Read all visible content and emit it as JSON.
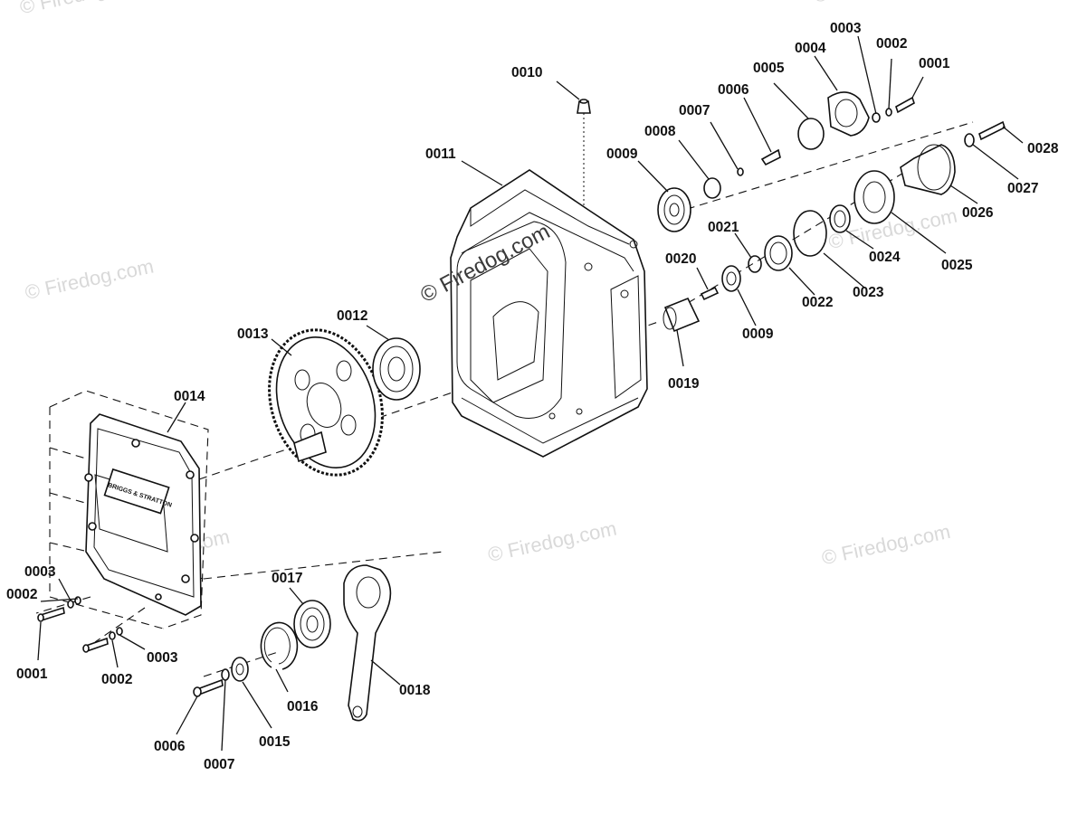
{
  "watermark": {
    "text": "© Firedog.com",
    "center_text": "© Firedog.com"
  },
  "brand_plate": {
    "text": "BRIGGS & STRATTON"
  },
  "labels": {
    "l0001a": "0001",
    "l0002a": "0002",
    "l0003a": "0003",
    "l0004": "0004",
    "l0005": "0005",
    "l0006a": "0006",
    "l0007a": "0007",
    "l0008": "0008",
    "l0009a": "0009",
    "l0010": "0010",
    "l0011": "0011",
    "l0012": "0012",
    "l0013": "0013",
    "l0014": "0014",
    "l0003b": "0003",
    "l0002b": "0002",
    "l0001b": "0001",
    "l0002c": "0002",
    "l0003c": "0003",
    "l0017": "0017",
    "l0016": "0016",
    "l0015": "0015",
    "l0006b": "0006",
    "l0007b": "0007",
    "l0018": "0018",
    "l0019": "0019",
    "l0020": "0020",
    "l0009b": "0009",
    "l0021": "0021",
    "l0022": "0022",
    "l0023": "0023",
    "l0024": "0024",
    "l0025": "0025",
    "l0026": "0026",
    "l0027": "0027",
    "l0028": "0028"
  }
}
